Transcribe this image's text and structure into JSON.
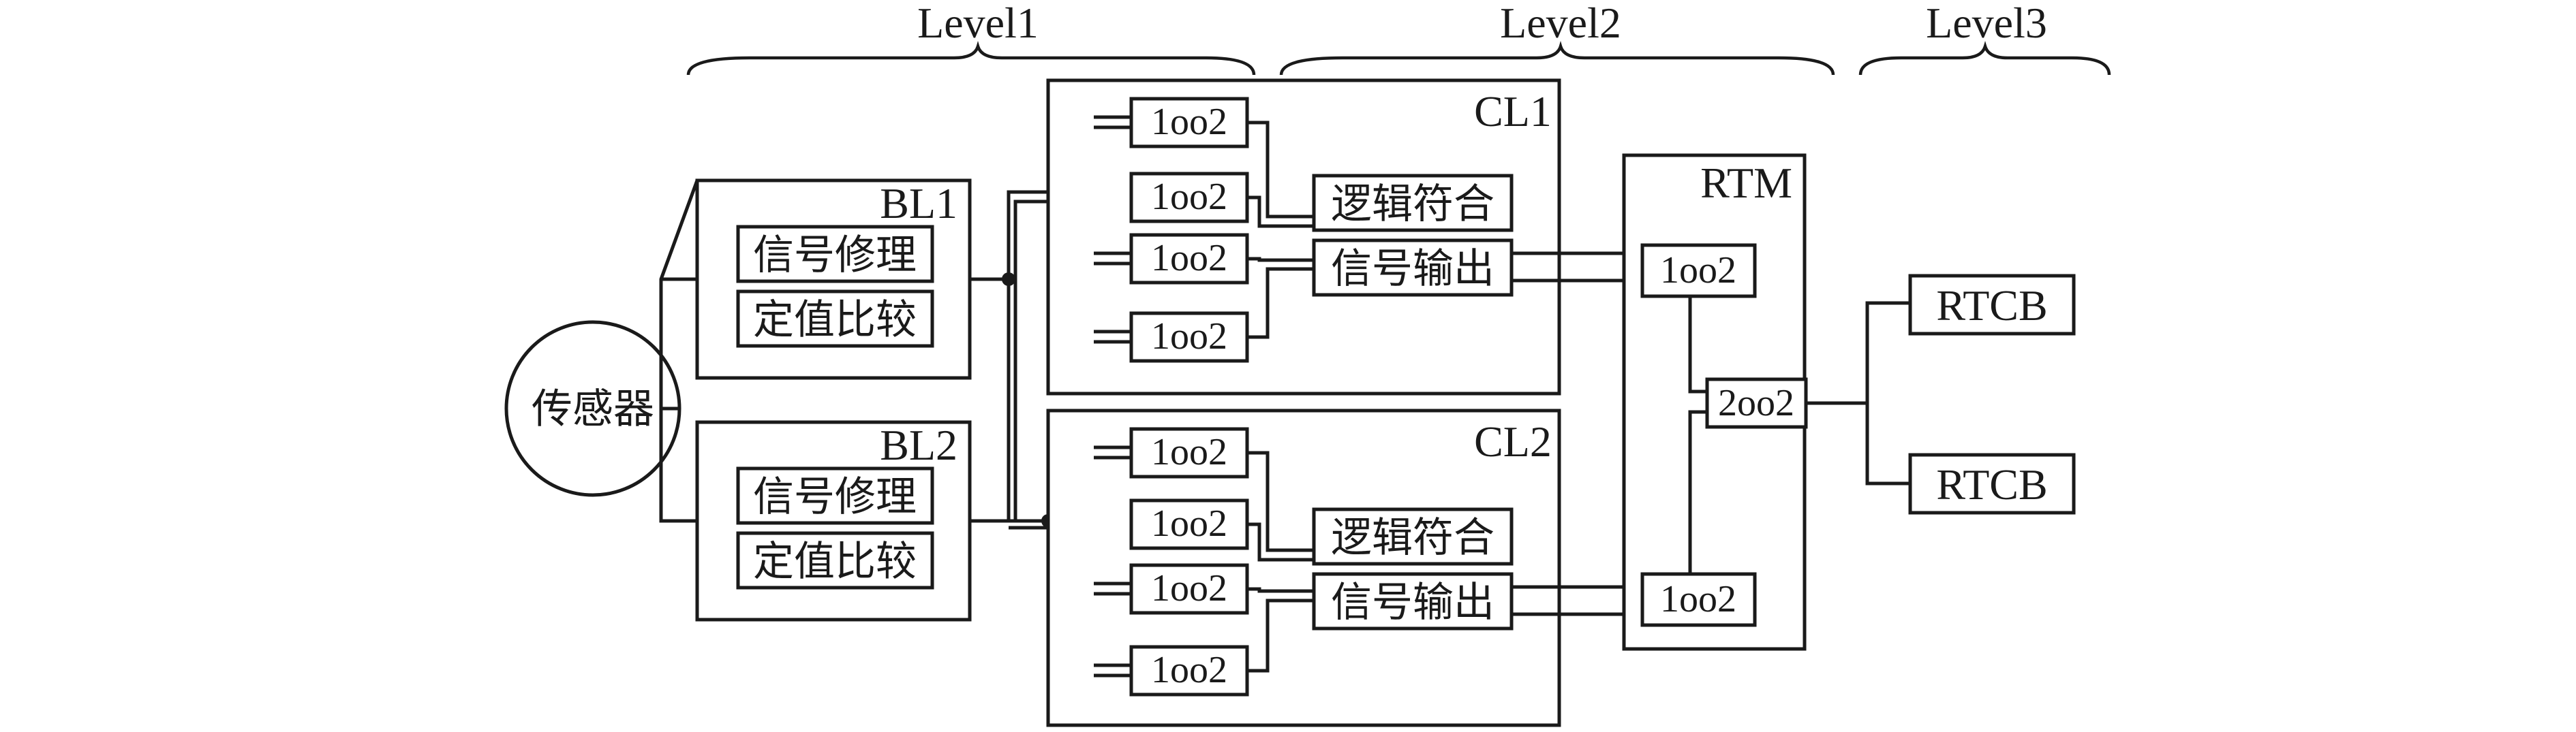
{
  "levels": [
    "Level1",
    "Level2",
    "Level3"
  ],
  "sensor": "传感器",
  "bl": [
    {
      "title": "BL1",
      "items": [
        "信号修理",
        "定值比较"
      ]
    },
    {
      "title": "BL2",
      "items": [
        "信号修理",
        "定值比较"
      ]
    }
  ],
  "cl": [
    {
      "title": "CL1",
      "voters": [
        "1oo2",
        "1oo2",
        "1oo2",
        "1oo2"
      ],
      "logic": "逻辑符合",
      "output": "信号输出"
    },
    {
      "title": "CL2",
      "voters": [
        "1oo2",
        "1oo2",
        "1oo2",
        "1oo2"
      ],
      "logic": "逻辑符合",
      "output": "信号输出"
    }
  ],
  "rtm": {
    "title": "RTM",
    "upper": "1oo2",
    "middle": "2oo2",
    "lower": "1oo2"
  },
  "rtcb": [
    "RTCB",
    "RTCB"
  ]
}
